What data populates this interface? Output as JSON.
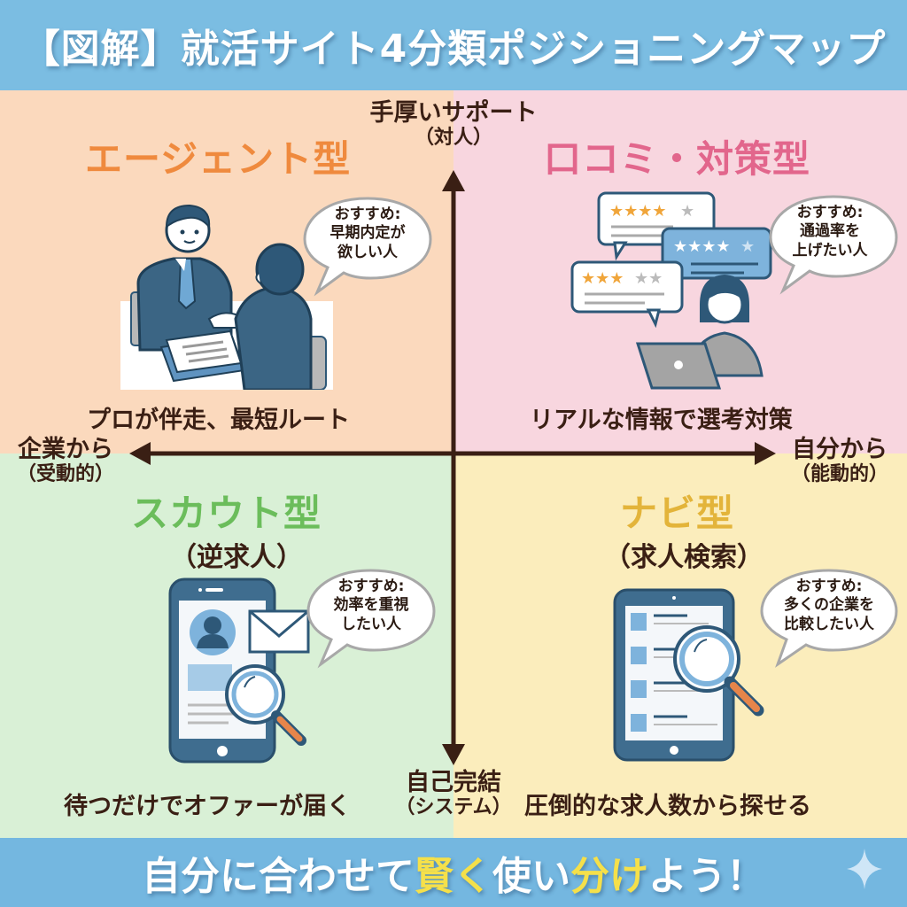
{
  "header": {
    "title": "【図解】就活サイト4分類ポジショニングマップ"
  },
  "axes": {
    "top": {
      "label": "手厚いサポート",
      "sub": "（対人）"
    },
    "bottom": {
      "label": "自己完結",
      "sub": "（システム）"
    },
    "left": {
      "label": "企業から",
      "sub": "（受動的）"
    },
    "right": {
      "label": "自分から",
      "sub": "（能動的）"
    },
    "color": "#3a1f14"
  },
  "quadrants": {
    "top_left": {
      "title": "エージェント型",
      "title_color": "#ef8a3e",
      "background": "#fbd9bd",
      "bubble_lines": [
        "おすすめ:",
        "早期内定が",
        "欲しい人"
      ],
      "description": "プロが伴走、最短ルート",
      "illustration": "handshake-meeting-icon"
    },
    "top_right": {
      "title": "口コミ・対策型",
      "title_color": "#e2668c",
      "background": "#f8d6df",
      "bubble_lines": [
        "おすすめ:",
        "通過率を",
        "上げたい人"
      ],
      "description": "リアルな情報で選考対策",
      "illustration": "reviews-laptop-icon",
      "review_ratings": [
        4,
        4,
        3
      ]
    },
    "bottom_left": {
      "title": "スカウト型",
      "subtitle": "（逆求人）",
      "title_color": "#6bbd5b",
      "background": "#d9f0d6",
      "bubble_lines": [
        "おすすめ:",
        "効率を重視",
        "したい人"
      ],
      "description": "待つだけでオファーが届く",
      "illustration": "smartphone-scout-icon"
    },
    "bottom_right": {
      "title": "ナビ型",
      "subtitle": "（求人検索）",
      "title_color": "#e3b43a",
      "background": "#fbedbc",
      "bubble_lines": [
        "おすすめ:",
        "多くの企業を",
        "比較したい人"
      ],
      "description": "圧倒的な求人数から探せる",
      "illustration": "tablet-search-icon"
    }
  },
  "footer": {
    "part1": "自分に合わせて",
    "highlight1": "賢く",
    "part2": "使い",
    "highlight2": "分け",
    "part3": "よう！",
    "highlight_color": "#f5e04a"
  }
}
